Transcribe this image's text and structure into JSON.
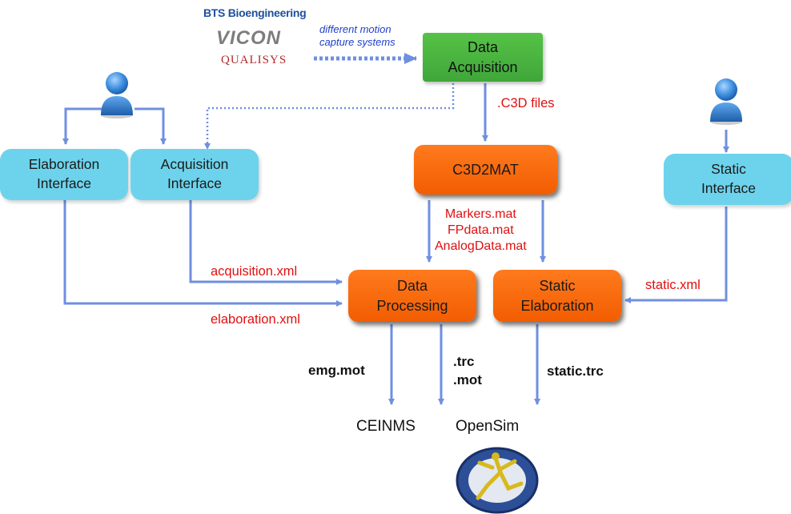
{
  "logos": {
    "bts": "BTS Bioengineering",
    "vicon": "VICON",
    "qualisys": "QUALISYS"
  },
  "note": "different motion\ncapture systems",
  "nodes": {
    "data_acquisition": "Data\nAcquisition",
    "c3d2mat": "C3D2MAT",
    "elaboration_interface": "Elaboration\nInterface",
    "acquisition_interface": "Acquisition\nInterface",
    "static_interface": "Static\nInterface",
    "data_processing": "Data\nProcessing",
    "static_elaboration": "Static\nElaboration"
  },
  "edge_labels": {
    "c3d_files": ".C3D files",
    "mat_files": "Markers.mat\nFPdata.mat\nAnalogData.mat",
    "acquisition_xml": "acquisition.xml",
    "elaboration_xml": "elaboration.xml",
    "static_xml": "static.xml",
    "emg_mot": "emg.mot",
    "trc_mot": ".trc\n.mot",
    "static_trc": "static.trc"
  },
  "outputs": {
    "ceinms": "CEINMS",
    "opensim": "OpenSim"
  },
  "icons": [
    "user-icon",
    "opensim-logo-icon"
  ],
  "colors": {
    "arrow": "#6f8fe0",
    "interface_box": "#6dd3ec",
    "process_box": "#f86a10",
    "acquisition_box": "#4cb843",
    "edge_label": "#e01010"
  }
}
